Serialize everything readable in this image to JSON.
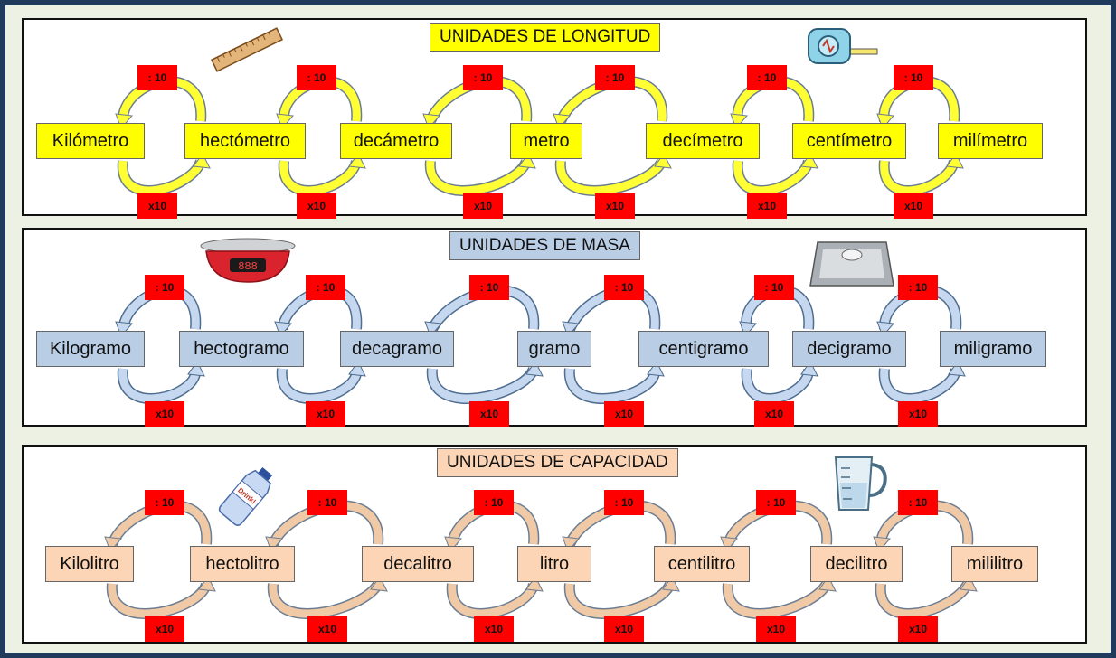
{
  "sections": [
    {
      "title": "UNIDADES DE LONGITUD",
      "fill": "#ffff00",
      "arrow_fill": "#ffff33",
      "arrow_stroke": "#6b7d92",
      "units": [
        "Kilómetro",
        "hectómetro",
        "decámetro",
        "metro",
        "decímetro",
        "centímetro",
        "milímetro"
      ],
      "divide_label": ": 10",
      "multiply_label": "x10",
      "icons": [
        "ruler-icon",
        "tape-measure-icon"
      ]
    },
    {
      "title": "UNIDADES DE MASA",
      "fill": "#b9cde5",
      "arrow_fill": "#c5d8ef",
      "arrow_stroke": "#4f6d8f",
      "units": [
        "Kilogramo",
        "hectogramo",
        "decagramo",
        "gramo",
        "centigramo",
        "decigramo",
        "miligramo"
      ],
      "divide_label": ": 10",
      "multiply_label": "x10",
      "icons": [
        "kitchen-scale-icon",
        "bathroom-scale-icon"
      ]
    },
    {
      "title": "UNIDADES DE CAPACIDAD",
      "fill": "#fbd5b5",
      "arrow_fill": "#f0c9a6",
      "arrow_stroke": "#6b7d92",
      "units": [
        "Kilolitro",
        "hectolitro",
        "decalitro",
        "litro",
        "centilitro",
        "decilitro",
        "mililitro"
      ],
      "divide_label": ": 10",
      "multiply_label": "x10",
      "icons": [
        "water-bottle-icon",
        "measuring-jug-icon"
      ],
      "bottle_label": "Drink!"
    }
  ],
  "colors": {
    "badge": "#ff0000",
    "frame": "#1f3a5a",
    "background": "#edf1e3"
  }
}
